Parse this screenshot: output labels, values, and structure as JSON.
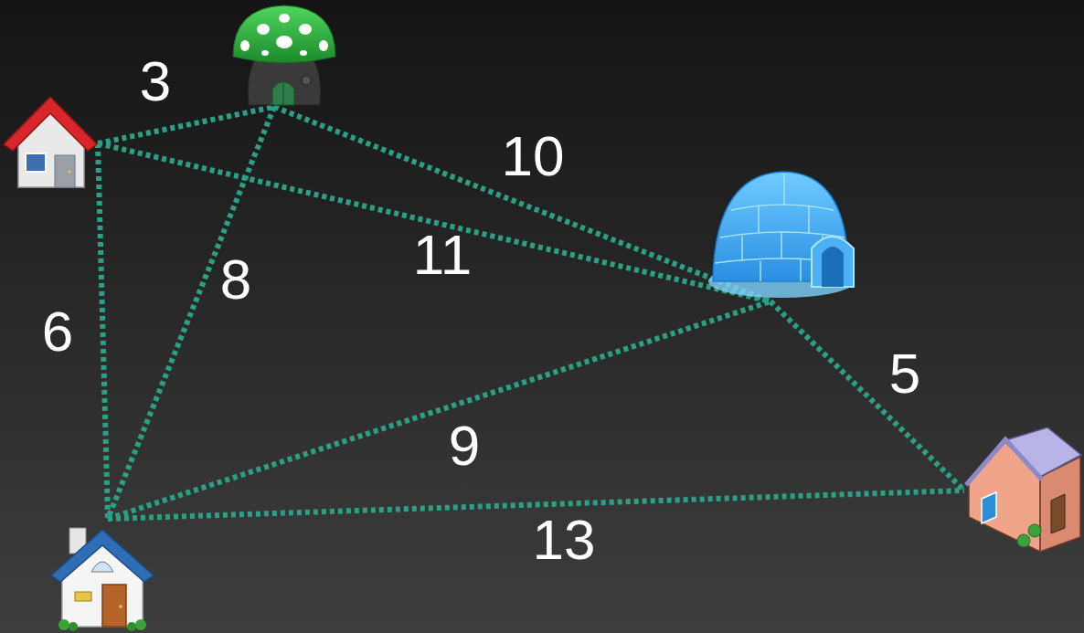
{
  "diagram": {
    "nodes": [
      {
        "text": []
      },
      {
        "text": []
      },
      {
        "text": []
      },
      {
        "text": []
      },
      {
        "text": []
      }
    ],
    "edges": [
      {
        "from": 0,
        "to": 1,
        "label": "3",
        "arrow": "none"
      },
      {
        "from": 0,
        "to": 3,
        "label": "6",
        "arrow": "none"
      },
      {
        "from": 0,
        "to": 2,
        "label": "11",
        "arrow": "none"
      },
      {
        "from": 1,
        "to": 3,
        "label": "8",
        "arrow": "none"
      },
      {
        "from": 1,
        "to": 2,
        "label": "10",
        "arrow": "none"
      },
      {
        "from": 3,
        "to": 2,
        "label": "9",
        "arrow": "none"
      },
      {
        "from": 2,
        "to": 4,
        "label": "5",
        "arrow": "none"
      },
      {
        "from": 3,
        "to": 4,
        "label": "13",
        "arrow": "none"
      }
    ]
  }
}
